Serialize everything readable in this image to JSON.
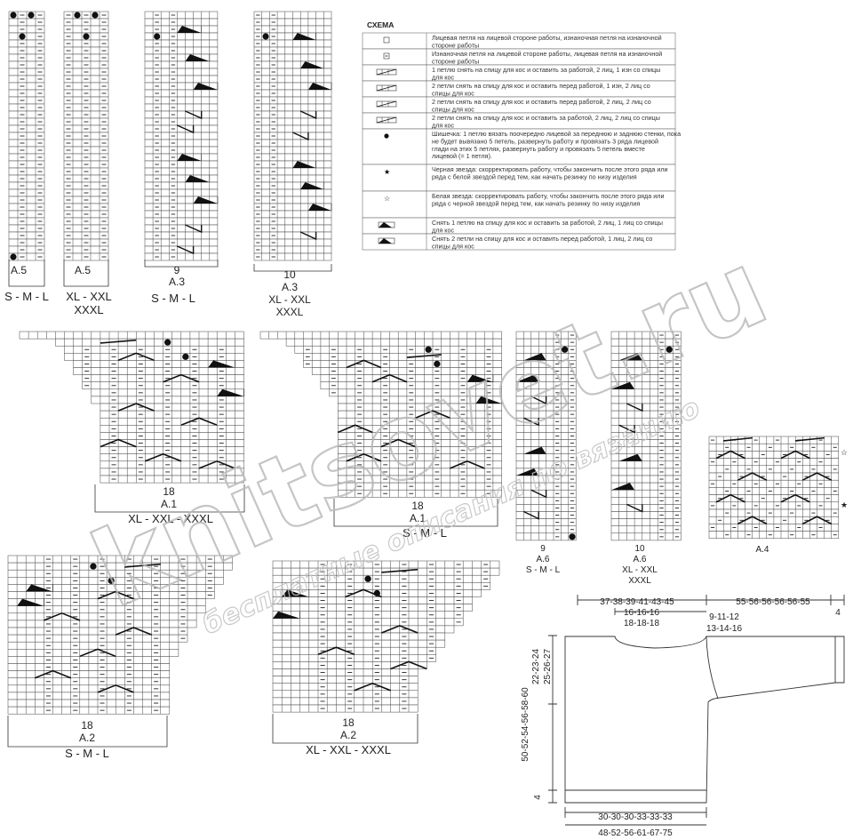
{
  "legend": {
    "title": "СХЕМА",
    "rows": [
      {
        "icon": "empty-cell-icon",
        "text": "Лицевая петля на лицевой стороне работы, изнаночная петля на изнаночной стороне работы"
      },
      {
        "icon": "dash-cell-icon",
        "text": "Изнаночная петля на лицевой стороне работы, лицевая петля на изнаночной стороне работы"
      },
      {
        "icon": "cable-left-2-1-icon",
        "text": "1 петлю снять на спицу для кос и оставить за работой, 2 лиц, 1 изн со спицы для кос"
      },
      {
        "icon": "cable-right-1-2-icon",
        "text": "2 петли снять на спицу для кос и оставить перед работой, 1 изн, 2 лиц со спицы для кос"
      },
      {
        "icon": "cable-front-2-2-icon",
        "text": "2 петли снять на спицу для кос и оставить перед работой, 2 лиц, 2 лиц со спицы для кос"
      },
      {
        "icon": "cable-back-2-2-icon",
        "text": "2 петли снять на спицу для кос и оставить за работой, 2 лиц, 2 лиц со спицы для кос"
      },
      {
        "icon": "bobble-icon",
        "text": "Шишечка: 1 петлю вязать поочередно лицевой за переднюю и заднюю стенки, пока не будет вывязано 5 петель, развернуть работу и провязать 3 ряда лицевой глади на этих 5 петлях, развернуть работу и провязать 5 петель вместе лицевой (= 1 петля)."
      },
      {
        "icon": "black-star-icon",
        "text": "Черная звезда: скорректировать работу, чтобы закончить после этого ряда или ряда с белой звездой перед тем, как начать резинку по низу изделия"
      },
      {
        "icon": "white-star-icon",
        "text": "Белая звезда: скорректировать работу, чтобы закончить после этого ряда или ряда с черной звездой перед тем, как начать резинку по низу изделия"
      },
      {
        "icon": "cable-left-1-2-icon",
        "text": "Снять 1 петлю на спицу для кос и оставить за работой, 2 лиц, 1 лиц со спицы для кос"
      },
      {
        "icon": "cable-right-2-1-icon",
        "text": "Снять 2 петли на спицу для кос и оставить перед работой, 1 лиц, 2 лиц со спицы для кос"
      }
    ]
  },
  "charts": {
    "a5_sml": {
      "name": "A.5",
      "sizes": "S - M - L"
    },
    "a5_xl": {
      "name": "A.5",
      "sizes1": "XL - XXL",
      "sizes2": "XXXL"
    },
    "a3_sml": {
      "count": "9",
      "name": "A.3",
      "sizes": "S - M - L"
    },
    "a3_xl": {
      "count": "10",
      "name": "A.3",
      "sizes1": "XL - XXL",
      "sizes2": "XXXL"
    },
    "a1_xl": {
      "count": "18",
      "name": "A.1",
      "sizes": "XL - XXL - XXXL"
    },
    "a1_sml": {
      "count": "18",
      "name": "A.1",
      "sizes": "S - M - L"
    },
    "a6_sml": {
      "count": "9",
      "name": "A.6",
      "sizes": "S - M - L"
    },
    "a6_xl": {
      "count": "10",
      "name": "A.6",
      "sizes1": "XL - XXL",
      "sizes2": "XXXL"
    },
    "a4": {
      "name": "A.4"
    },
    "a2_sml": {
      "count": "18",
      "name": "A.2",
      "sizes": "S - M - L"
    },
    "a2_xl": {
      "count": "18",
      "name": "A.2",
      "sizes": "XL - XXL - XXXL"
    }
  },
  "measurements": {
    "top_width": "37-38-39-41-43-45",
    "sleeve_width": "55-56-56-56-56-55",
    "neck_width_1": "16-16-16",
    "neck_width_2": "18-18-18",
    "shoulder_1": "9-11-12",
    "shoulder_2": "13-14-16",
    "cuff": "4",
    "armhole_1": "22-23-24",
    "armhole_2": "25-26-27",
    "body_length": "50-52-54-56-58-60",
    "rib_height": "4",
    "hip_width": "30-30-30-33-33-33",
    "chest_width": "48-52-56-61-67-75"
  },
  "watermark": {
    "brand": "knitsovet.ru",
    "tagline": "бесплатные описания по вязанию"
  }
}
